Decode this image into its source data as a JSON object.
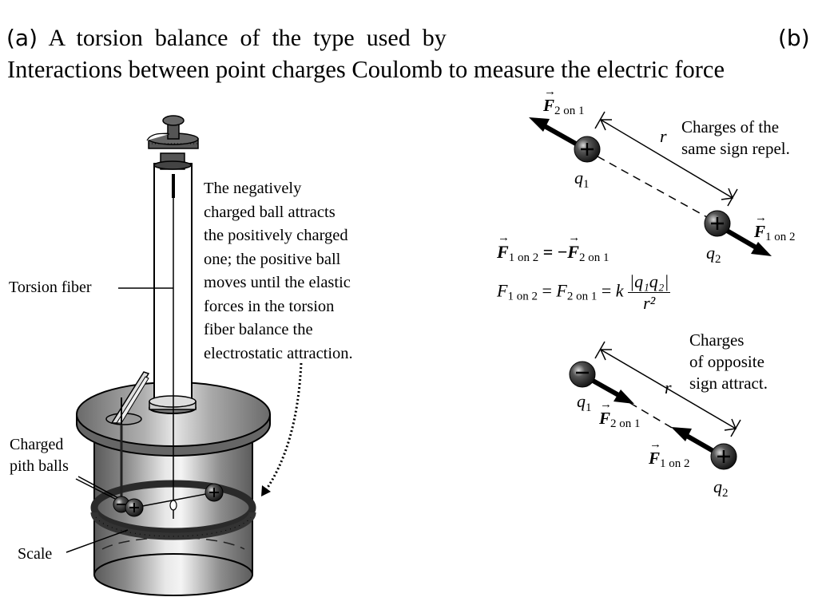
{
  "header": {
    "panel_a_label": "(a)",
    "panel_b_label": "(b)",
    "line1": "A  torsion  balance  of  the  type  used  by",
    "line2": "Interactions between point charges Coulomb to measure the electric force"
  },
  "panel_a": {
    "labels": {
      "torsion_fiber": "Torsion fiber",
      "charged_pith_balls_1": "Charged",
      "charged_pith_balls_2": "pith balls",
      "scale": "Scale"
    },
    "caption_lines": [
      "The negatively",
      "charged ball attracts",
      "the positively charged",
      "one; the positive ball",
      "moves until the elastic",
      "forces in the torsion",
      "fiber balance the",
      "electrostatic attraction."
    ],
    "ball_signs": [
      "−",
      "+",
      "+"
    ]
  },
  "panel_b": {
    "repel": {
      "caption_line1": "Charges of the",
      "caption_line2": "same sign repel.",
      "q1_sign": "+",
      "q2_sign": "+",
      "force_on_1": {
        "symbol": "F",
        "sub": "2 on 1"
      },
      "force_on_2": {
        "symbol": "F",
        "sub": "1 on 2"
      },
      "q1": {
        "symbol": "q",
        "sub": "1"
      },
      "q2": {
        "symbol": "q",
        "sub": "2"
      },
      "distance": "r"
    },
    "equations": {
      "eq1_lhs_sym": "F",
      "eq1_lhs_sub": "1 on 2",
      "eq1_op": "= −",
      "eq1_rhs_sym": "F",
      "eq1_rhs_sub": "2 on 1",
      "eq2_a_sym": "F",
      "eq2_a_sub": "1 on 2",
      "eq2_eq1": "=",
      "eq2_b_sym": "F",
      "eq2_b_sub": "2 on 1",
      "eq2_eq2": "=",
      "eq2_k": "k",
      "eq2_num": "|q₁q₂|",
      "eq2_den": "r²"
    },
    "attract": {
      "caption_line1": "Charges",
      "caption_line2": "of opposite",
      "caption_line3": "sign attract.",
      "q1_sign": "−",
      "q2_sign": "+",
      "force_on_1": {
        "symbol": "F",
        "sub": "2 on 1"
      },
      "force_on_2": {
        "symbol": "F",
        "sub": "1 on 2"
      },
      "q1": {
        "symbol": "q",
        "sub": "1"
      },
      "q2": {
        "symbol": "q",
        "sub": "2"
      },
      "distance": "r"
    }
  }
}
